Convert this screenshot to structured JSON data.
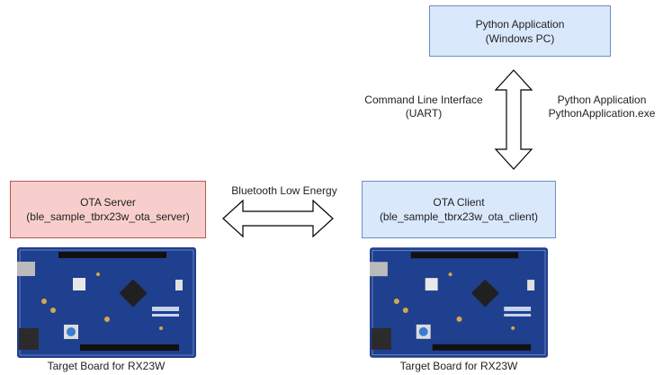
{
  "nodes": {
    "python_app": {
      "line1": "Python Application",
      "line2": "(Windows PC)"
    },
    "ota_server": {
      "line1": "OTA Server",
      "line2": "(ble_sample_tbrx23w_ota_server)"
    },
    "ota_client": {
      "line1": "OTA Client",
      "line2": "(ble_sample_tbrx23w_ota_client)"
    }
  },
  "edges": {
    "cli": {
      "line1": "Command Line Interface",
      "line2": "(UART)"
    },
    "py_exe": {
      "line1": "Python Application",
      "line2": "PythonApplication.exe"
    },
    "ble": {
      "label": "Bluetooth Low Energy"
    }
  },
  "boards": {
    "left_caption": "Target Board for RX23W",
    "right_caption": "Target Board for RX23W"
  },
  "colors": {
    "blue_fill": "#dae8fc",
    "blue_stroke": "#6c8ebf",
    "red_fill": "#f8cecc",
    "red_stroke": "#b85450",
    "pcb": "#1f3f8f"
  }
}
